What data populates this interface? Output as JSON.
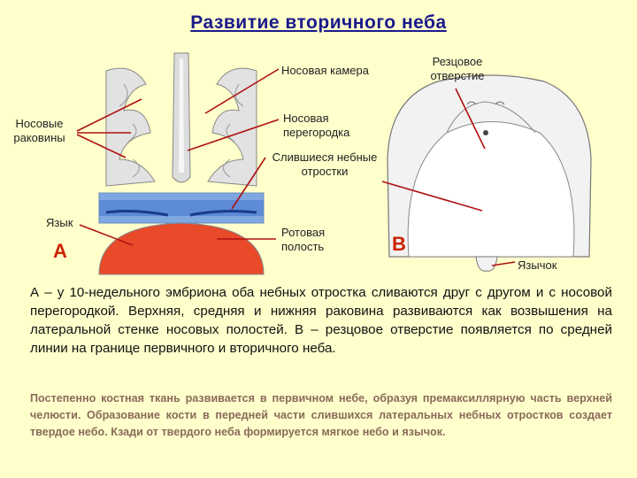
{
  "title": "Развитие вторичного неба",
  "labels": {
    "nasal_chamber": "Носовая камера",
    "incisive_foramen": "Резцовое отверстие",
    "nasal_conchae": "Носовые раковины",
    "nasal_septum": "Носовая перегородка",
    "fused_palatal": "Слившиеся небные отростки",
    "tongue": "Язык",
    "oral_cavity": "Ротовая полость",
    "uvula": "Язычок",
    "letter_a": "А",
    "letter_b": "В"
  },
  "paragraph_main": "А – у 10-недельного эмбриона оба небных отростка сливаются друг с другом и с носовой перегородкой. Верхняя, средняя и нижняя раковина развиваются как возвышения на латеральной стенке носовых полостей. В – резцовое отверстие появляется по средней линии на границе первичного и вторичного неба.",
  "paragraph_secondary": "Постепенно костная ткань развивается в первичном небе, образуя премаксиллярную часть верхней челюсти. Образование кости в передней части слившихся латеральных небных отростков создает твердое небо. Кзади от твердого неба формируется мягкое небо и язычок."
}
